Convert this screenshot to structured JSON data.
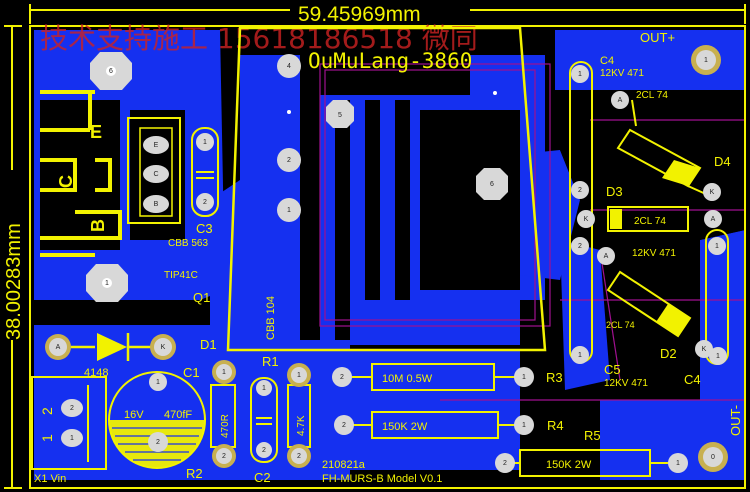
{
  "board": {
    "colors": {
      "background": "#000000",
      "copper": "#1530f0",
      "silkscreen": "#f2f200",
      "pad": "#d8d8d8",
      "pad_ring": "#c8b050",
      "keepout": "#a01090",
      "watermark": "#cc2222"
    },
    "dimension_width": "59.45969mm",
    "dimension_height": "38.00283mm",
    "watermark": "技术支持施工 15618186518 微同",
    "brand": "OuMuLang-3860",
    "footer_date": "210821a",
    "footer_model": "FH-MURS-B Model V0.1"
  },
  "labels": {
    "out_plus": "OUT+",
    "out_minus": "OUT-",
    "c4_top": "C4",
    "c4_top_rating": "12KV 471",
    "d4": "D4",
    "d3": "D3",
    "d3_part": "2CL 74",
    "d3_rating": "12KV 471",
    "d4_part": "2CL 74",
    "d2": "D2",
    "d2_part": "2CL 74",
    "c4_bottom": "C4",
    "c5": "C5",
    "c5_rating": "12KV 471",
    "c3": "C3",
    "c3_part": "CBB 563",
    "q1_part": "TIP41C",
    "q1": "Q1",
    "transistor_e": "E",
    "transistor_c": "C",
    "transistor_b": "B",
    "cbb104": "CBB 104",
    "d1": "D1",
    "d1_part": "4148",
    "c1": "C1",
    "c1_voltage": "16V",
    "c1_value": "470fF",
    "r1": "R1",
    "r2": "R2",
    "r2_value": "470R",
    "r1_value": "4.7K",
    "c2": "C2",
    "r3": "R3",
    "r3_value": "10M 0.5W",
    "r4": "R4",
    "r4_value": "150K 2W",
    "r5": "R5",
    "r5_value": "150K 2W",
    "x1": "X1 Vin",
    "x1_pin2": "2",
    "x1_pin1": "1"
  },
  "pads": {
    "p6_top": "6",
    "p4": "4",
    "p5": "5",
    "p2_mid": "2",
    "p1_mid": "1",
    "p6_right": "6",
    "pad_e": "E",
    "pad_c": "C",
    "pad_b": "B",
    "c3_1": "1",
    "c3_2": "2",
    "q1_1": "1",
    "d1_a": "A",
    "d1_k": "K",
    "c4_1": "1",
    "c4_a": "A",
    "d3_2": "2",
    "d3_k": "K",
    "d3_2b": "2",
    "d3_a": "A",
    "out_1": "1",
    "d4_1": "1",
    "d4_k": "K",
    "d4_a": "A",
    "d4_1b": "1",
    "d2_k": "K",
    "d2_1": "1",
    "c5_1": "1",
    "x1_2": "2",
    "x1_1": "1",
    "c1_1": "1",
    "c1_2": "2",
    "r2_1": "1",
    "r2_2": "2",
    "c2_1": "1",
    "c2_2": "2",
    "r1_1": "1",
    "r1_2": "2",
    "r3_2": "2",
    "r3_1": "1",
    "r4_2": "2",
    "r4_1": "1",
    "r5_2": "2",
    "r5_1": "1",
    "out_minus_0": "0"
  }
}
